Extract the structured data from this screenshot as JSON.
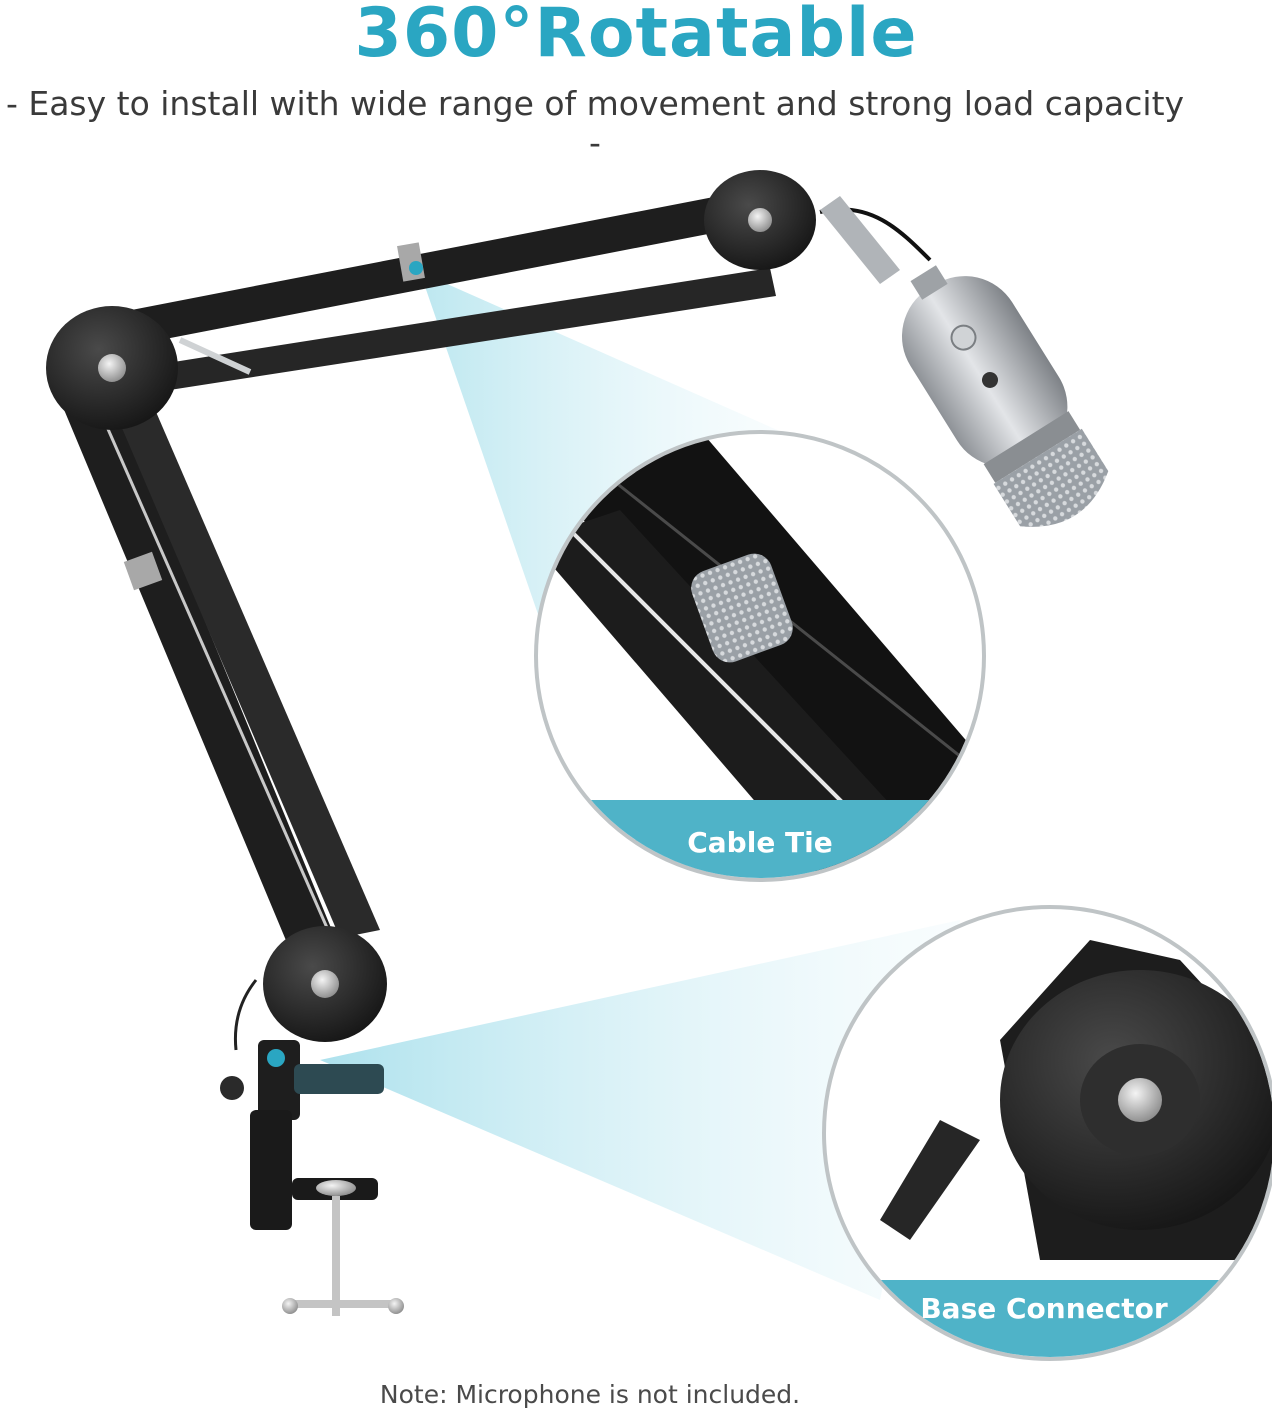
{
  "header": {
    "title": "360°Rotatable",
    "subtitle": "- Easy to install with wide range of movement and strong load capacity -"
  },
  "callouts": {
    "cable_tie": "Cable Tie",
    "base_connector": "Base Connector"
  },
  "footer": {
    "note": "Note: Microphone is not included."
  },
  "colors": {
    "accent": "#2aa6c2",
    "banner": "#4fb3c8",
    "arm": "#1e1e1e",
    "joint": "#2b2b2b",
    "mic": "#b9bcc0"
  },
  "icons": [
    "boom-arm-illustration",
    "microphone-illustration",
    "desk-clamp-illustration"
  ]
}
